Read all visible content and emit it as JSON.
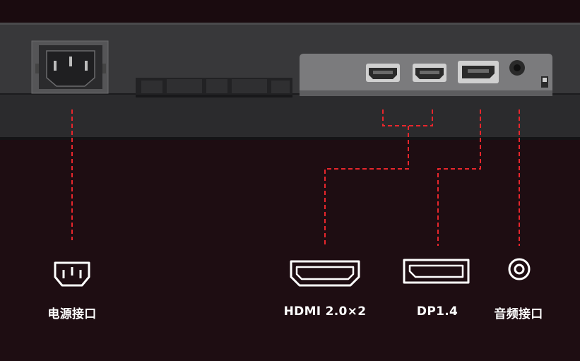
{
  "colors": {
    "background": "#1e0d12",
    "panel": "#343436",
    "panel_dark": "#2a2a2c",
    "connector_line": "#e8262c",
    "icon": "#ffffff"
  },
  "ports": [
    {
      "id": "power",
      "label": "电源接口",
      "icon": "ac-power-icon"
    },
    {
      "id": "hdmi",
      "label": "HDMI 2.0×2",
      "icon": "hdmi-icon"
    },
    {
      "id": "displayport",
      "label": "DP1.4",
      "icon": "displayport-icon"
    },
    {
      "id": "audio",
      "label": "音频接口",
      "icon": "audio-jack-icon"
    }
  ]
}
